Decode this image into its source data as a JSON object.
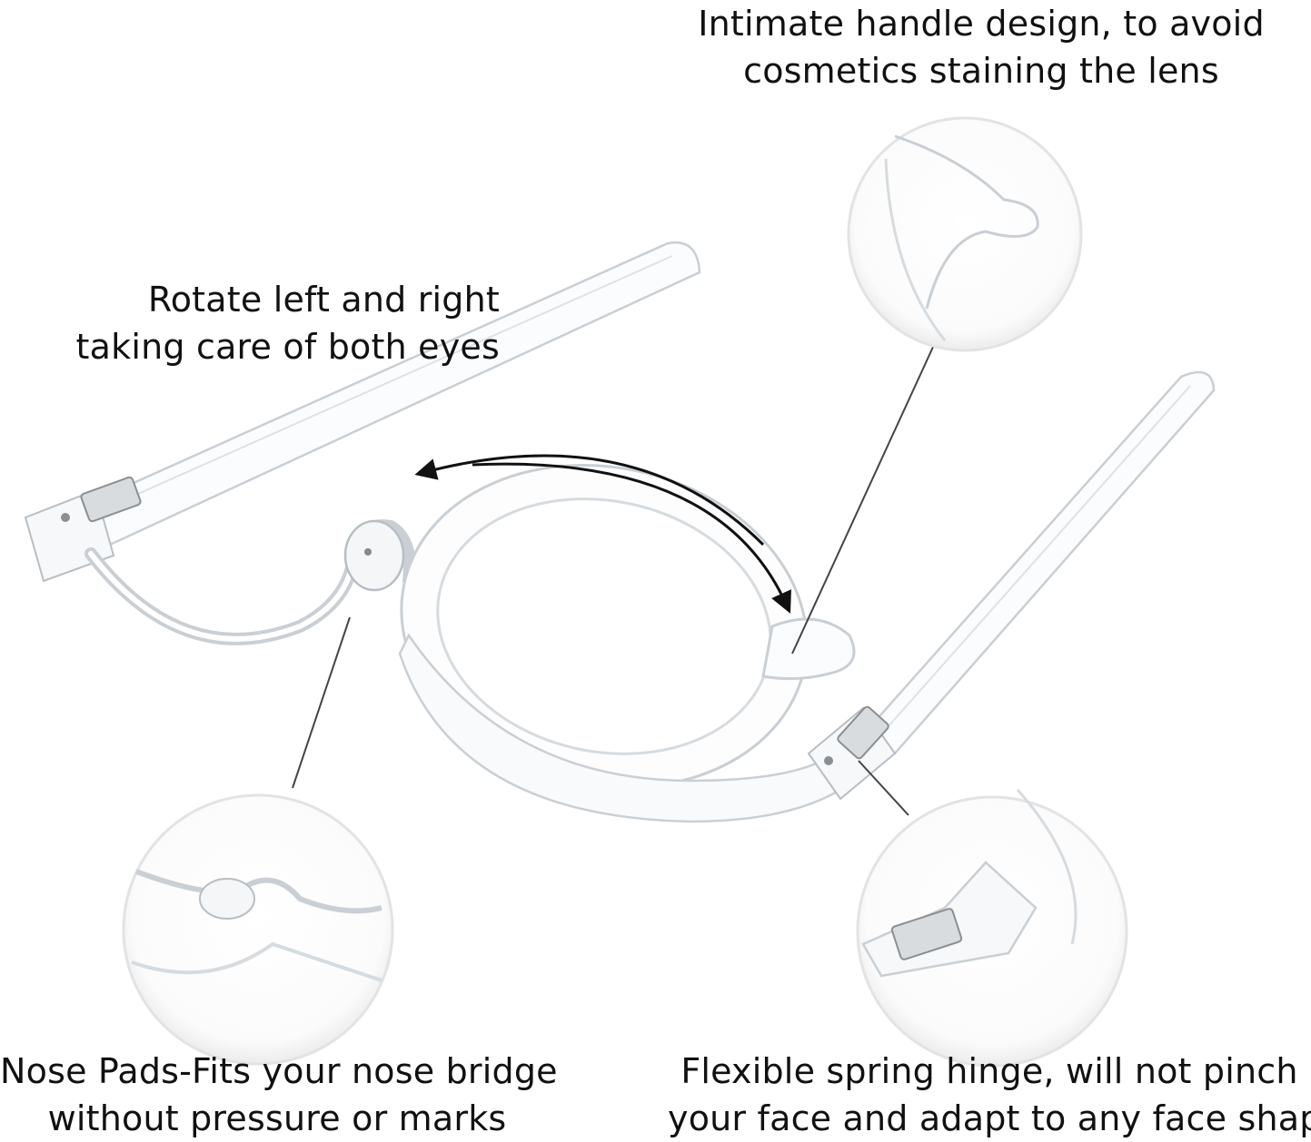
{
  "captions": {
    "handle": {
      "line1": "Intimate handle design, to avoid",
      "line2": "cosmetics staining the lens"
    },
    "rotate": {
      "line1": "Rotate left and right",
      "line2": "taking care of both eyes"
    },
    "nose_pads": {
      "line1": "Nose Pads-Fits your nose bridge",
      "line2": "without pressure or marks"
    },
    "hinge": {
      "line1": "Flexible spring hinge, will not pinch",
      "line2": "your face and adapt to any face shape."
    }
  },
  "colors": {
    "background": "#ffffff",
    "frame_edge": "#c9cfd4",
    "frame_shadow": "#aeb5bb",
    "callout_circle": "#e3e3e3",
    "leader_line": "#444444",
    "arrow": "#111111",
    "hinge_metal": "#8a8f94"
  }
}
